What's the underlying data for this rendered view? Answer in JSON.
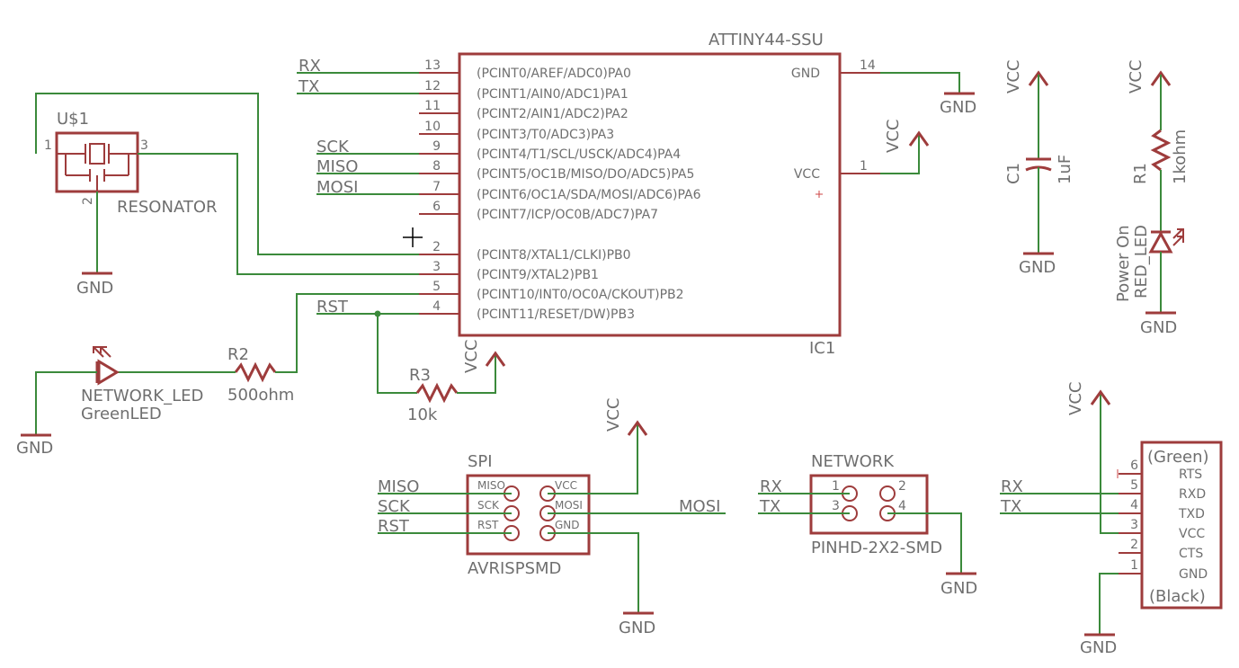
{
  "ic1": {
    "part": "ATTINY44-SSU",
    "ref": "IC1",
    "left_pins": [
      {
        "num": "13",
        "name": "(PCINT0/AREF/ADC0)PA0"
      },
      {
        "num": "12",
        "name": "(PCINT1/AIN0/ADC1)PA1"
      },
      {
        "num": "11",
        "name": "(PCINT2/AIN1/ADC2)PA2"
      },
      {
        "num": "10",
        "name": "(PCINT3/T0/ADC3)PA3"
      },
      {
        "num": "9",
        "name": "(PCINT4/T1/SCL/USCK/ADC4)PA4"
      },
      {
        "num": "8",
        "name": "(PCINT5/OC1B/MISO/DO/ADC5)PA5"
      },
      {
        "num": "7",
        "name": "(PCINT6/OC1A/SDA/MOSI/ADC6)PA6"
      },
      {
        "num": "6",
        "name": "(PCINT7/ICP/OC0B/ADC7)PA7"
      },
      {
        "num": "2",
        "name": "(PCINT8/XTAL1/CLKI)PB0"
      },
      {
        "num": "3",
        "name": "(PCINT9/XTAL2)PB1"
      },
      {
        "num": "5",
        "name": "(PCINT10/INT0/OC0A/CKOUT)PB2"
      },
      {
        "num": "4",
        "name": "(PCINT11/RESET/DW)PB3"
      }
    ],
    "right_pins": [
      {
        "num": "14",
        "name": "GND"
      },
      {
        "num": "1",
        "name": "VCC"
      }
    ]
  },
  "nets": {
    "rx": "RX",
    "tx": "TX",
    "sck": "SCK",
    "miso": "MISO",
    "mosi": "MOSI",
    "rst": "RST",
    "gnd": "GND",
    "vcc": "VCC"
  },
  "resonator": {
    "ref": "U$1",
    "value": "RESONATOR",
    "pins": [
      "1",
      "3",
      "2"
    ]
  },
  "c1": {
    "ref": "C1",
    "value": "1uF"
  },
  "r1": {
    "ref": "R1",
    "value": "1kohm"
  },
  "power_led": {
    "name": "Power On",
    "value": "RED_LED"
  },
  "r2": {
    "ref": "R2",
    "value": "500ohm"
  },
  "network_led": {
    "name": "NETWORK_LED",
    "value": "GreenLED"
  },
  "r3": {
    "ref": "R3",
    "value": "10k"
  },
  "spi": {
    "name": "SPI",
    "value": "AVRISPSMD",
    "pin_labels": [
      "MISO",
      "VCC",
      "SCK",
      "MOSI",
      "RST",
      "GND"
    ]
  },
  "network": {
    "name": "NETWORK",
    "value": "PINHD-2X2-SMD",
    "pins": [
      "1",
      "2",
      "3",
      "4"
    ]
  },
  "ftdi": {
    "top": "(Green)",
    "bottom": "(Black)",
    "pins": [
      {
        "num": "6",
        "name": "RTS"
      },
      {
        "num": "5",
        "name": "RXD"
      },
      {
        "num": "4",
        "name": "TXD"
      },
      {
        "num": "3",
        "name": "VCC"
      },
      {
        "num": "2",
        "name": "CTS"
      },
      {
        "num": "1",
        "name": "GND"
      }
    ]
  }
}
